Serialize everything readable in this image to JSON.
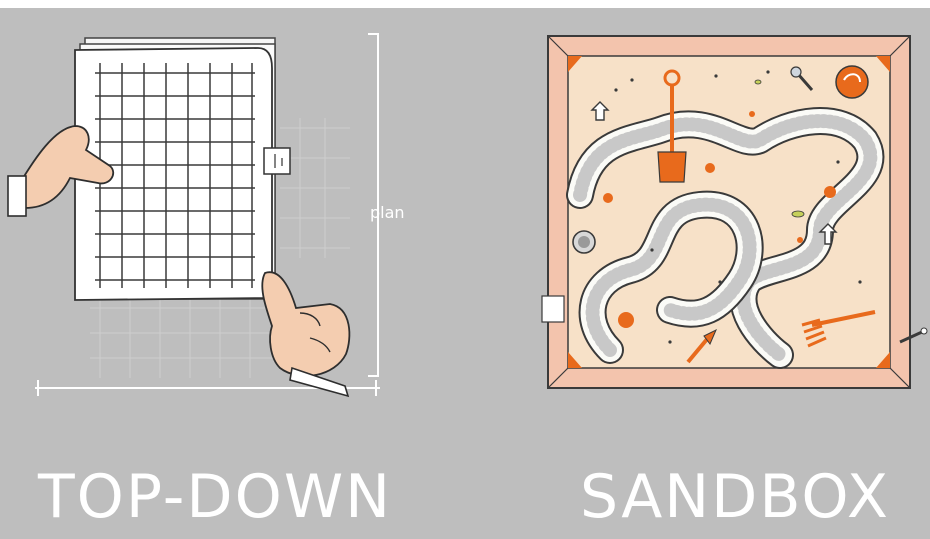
{
  "labels": {
    "plan": "plan",
    "left_caption": "TOP-DOWN",
    "right_caption": "SANDBOX"
  },
  "colors": {
    "background": "#bebebe",
    "sand": "#f7e1c8",
    "frame_wood": "#f3c4ad",
    "accent_orange": "#e86a1c",
    "path_white": "#fbfbf7"
  },
  "icons": {
    "hand_left": "hand-holding-paper-icon",
    "hand_right": "hand-pointing-icon",
    "shovel": "shovel-icon",
    "fork": "garden-fork-icon",
    "bucket": "bucket-icon",
    "arrow": "arrow-cursor-icon"
  }
}
